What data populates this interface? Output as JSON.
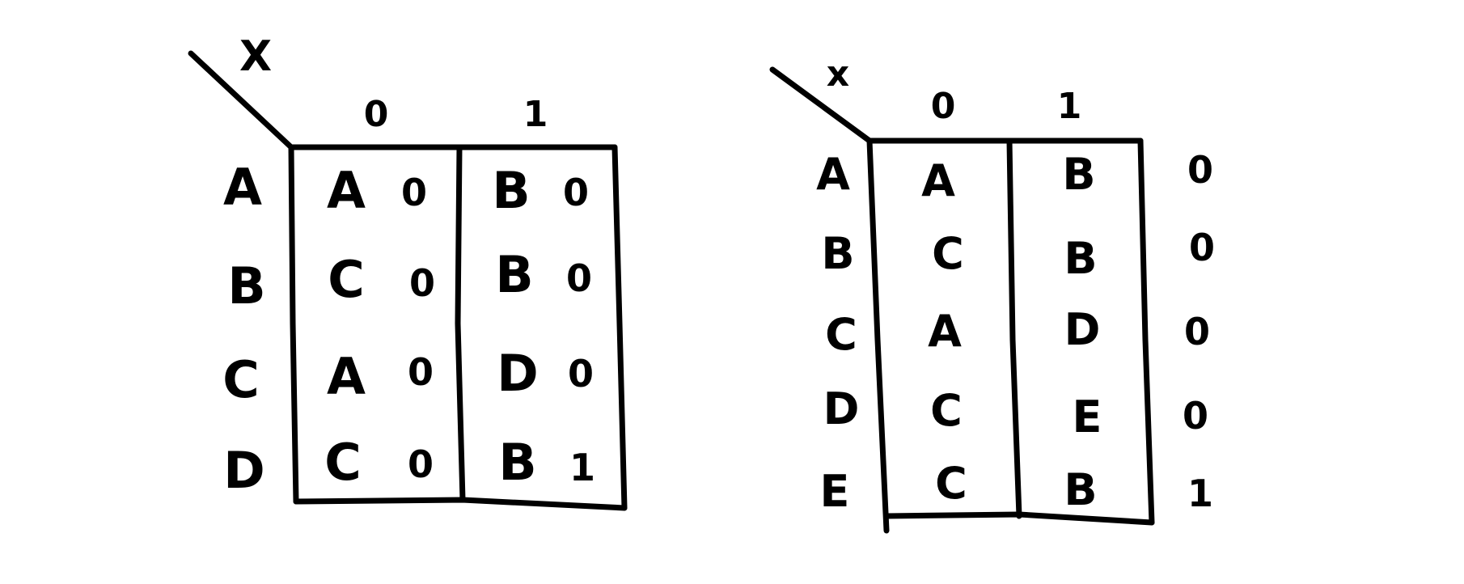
{
  "table1": {
    "corner_label": "X",
    "input_headers": [
      "0",
      "1"
    ],
    "rows": [
      {
        "state": "A",
        "cells": [
          {
            "next": "A",
            "out": "0"
          },
          {
            "next": "B",
            "out": "0"
          }
        ]
      },
      {
        "state": "B",
        "cells": [
          {
            "next": "C",
            "out": "0"
          },
          {
            "next": "B",
            "out": "0"
          }
        ]
      },
      {
        "state": "C",
        "cells": [
          {
            "next": "A",
            "out": "0"
          },
          {
            "next": "D",
            "out": "0"
          }
        ]
      },
      {
        "state": "D",
        "cells": [
          {
            "next": "C",
            "out": "0"
          },
          {
            "next": "B",
            "out": "1"
          }
        ]
      }
    ]
  },
  "table2": {
    "corner_label": "x",
    "input_headers": [
      "0",
      "1"
    ],
    "rows": [
      {
        "state": "A",
        "next": [
          "A",
          "B"
        ],
        "out": "0"
      },
      {
        "state": "B",
        "next": [
          "C",
          "B"
        ],
        "out": "0"
      },
      {
        "state": "C",
        "next": [
          "A",
          "D"
        ],
        "out": "0"
      },
      {
        "state": "D",
        "next": [
          "C",
          "E"
        ],
        "out": "0"
      },
      {
        "state": "E",
        "next": [
          "C",
          "B"
        ],
        "out": "1"
      }
    ]
  }
}
